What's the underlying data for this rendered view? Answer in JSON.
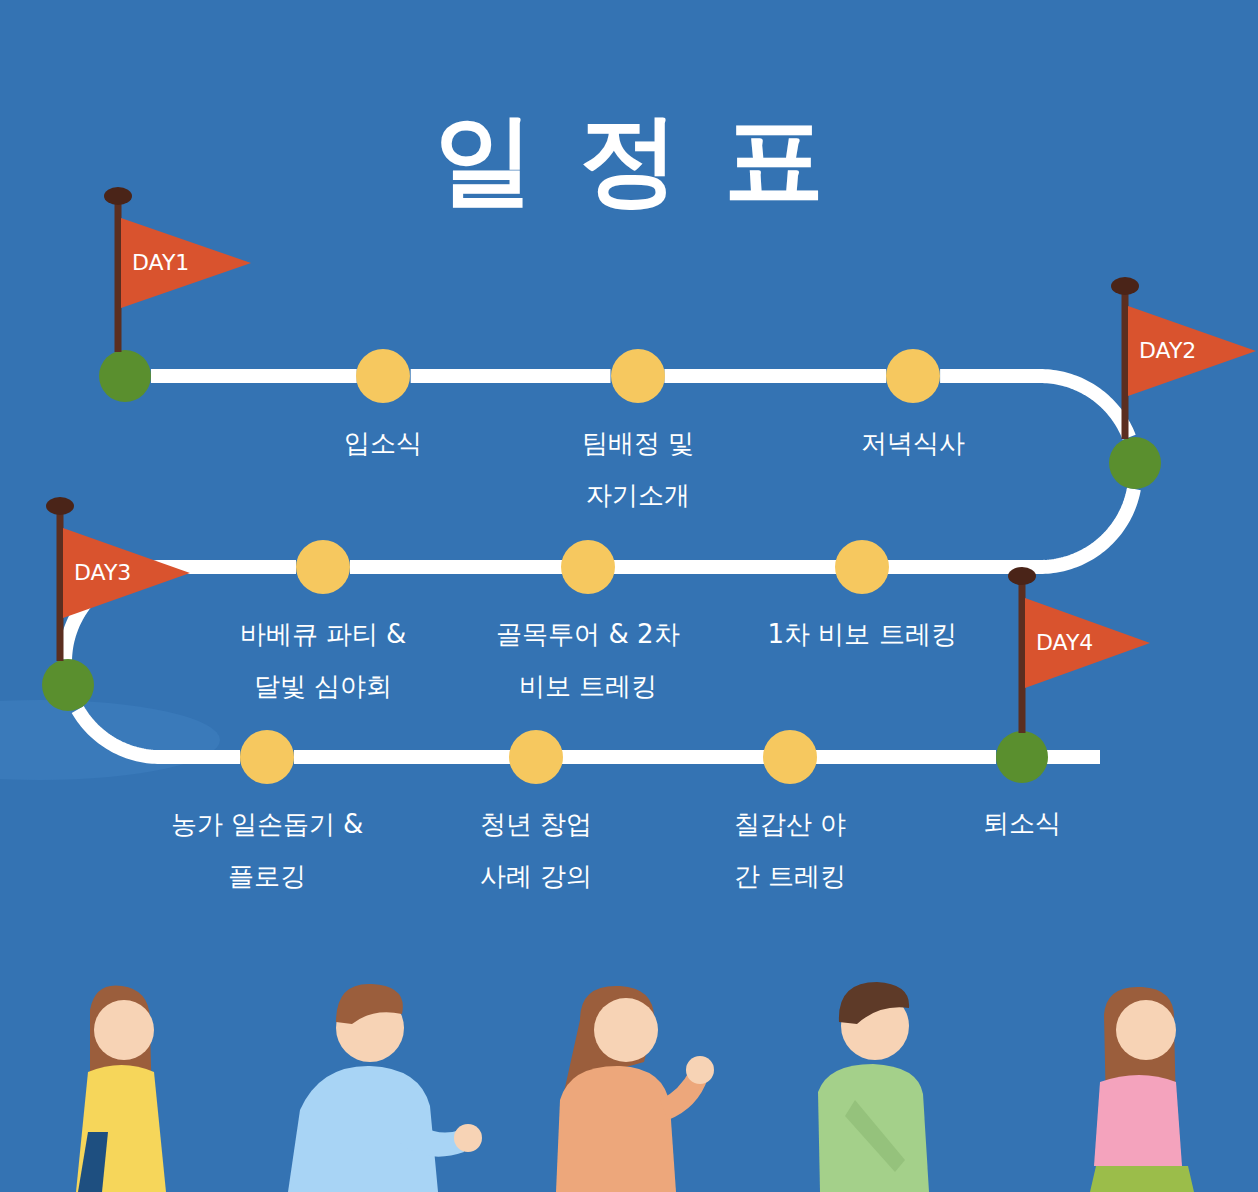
{
  "diagram": {
    "title": "일정표",
    "nodes": [
      {
        "text": [
          "DAY1"
        ]
      },
      {
        "text": [
          "입소식"
        ]
      },
      {
        "text": [
          "팀배정 및 자기소개"
        ]
      },
      {
        "text": [
          "저녁식사"
        ]
      },
      {
        "text": [
          "DAY2"
        ]
      },
      {
        "text": [
          "1차 비보 트레킹"
        ]
      },
      {
        "text": [
          "골목투어 & 2차 비보 트레킹"
        ]
      },
      {
        "text": [
          "바베큐 파티 & 달빛 심야회"
        ]
      },
      {
        "text": [
          "DAY3"
        ]
      },
      {
        "text": [
          "농가 일손돕기 & 플로깅"
        ]
      },
      {
        "text": [
          "청년 창업 사례 강의"
        ]
      },
      {
        "text": [
          "칠갑산 야간 트레킹"
        ]
      },
      {
        "text": [
          "DAY4",
          "퇴소식"
        ]
      }
    ],
    "edges": [
      {
        "from": 0,
        "to": 1,
        "arrow": "none"
      },
      {
        "from": 1,
        "to": 2,
        "arrow": "none"
      },
      {
        "from": 2,
        "to": 3,
        "arrow": "none"
      },
      {
        "from": 3,
        "to": 4,
        "arrow": "none"
      },
      {
        "from": 4,
        "to": 5,
        "arrow": "none"
      },
      {
        "from": 5,
        "to": 6,
        "arrow": "none"
      },
      {
        "from": 6,
        "to": 7,
        "arrow": "none"
      },
      {
        "from": 7,
        "to": 8,
        "arrow": "none"
      },
      {
        "from": 8,
        "to": 9,
        "arrow": "none"
      },
      {
        "from": 9,
        "to": 10,
        "arrow": "none"
      },
      {
        "from": 10,
        "to": 11,
        "arrow": "none"
      },
      {
        "from": 11,
        "to": 12,
        "arrow": "none"
      }
    ]
  }
}
